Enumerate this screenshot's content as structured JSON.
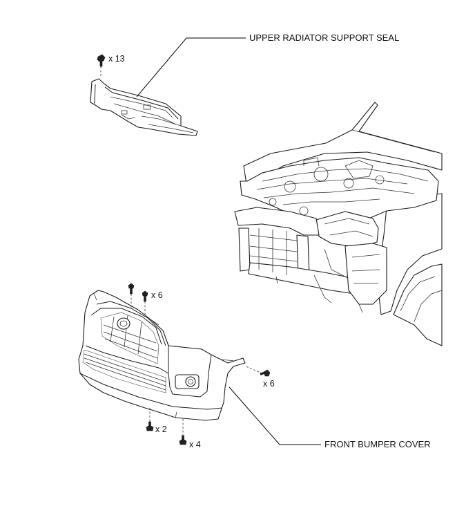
{
  "labels": {
    "upper_radiator_support_seal": "UPPER RADIATOR SUPPORT SEAL",
    "front_bumper_cover": "FRONT BUMPER COVER"
  },
  "fasteners": {
    "seal_clips": "x 13",
    "top_clips": "x 6",
    "side_screws": "x 6",
    "lower_left_clips": "x 2",
    "lower_clips": "x 4"
  }
}
